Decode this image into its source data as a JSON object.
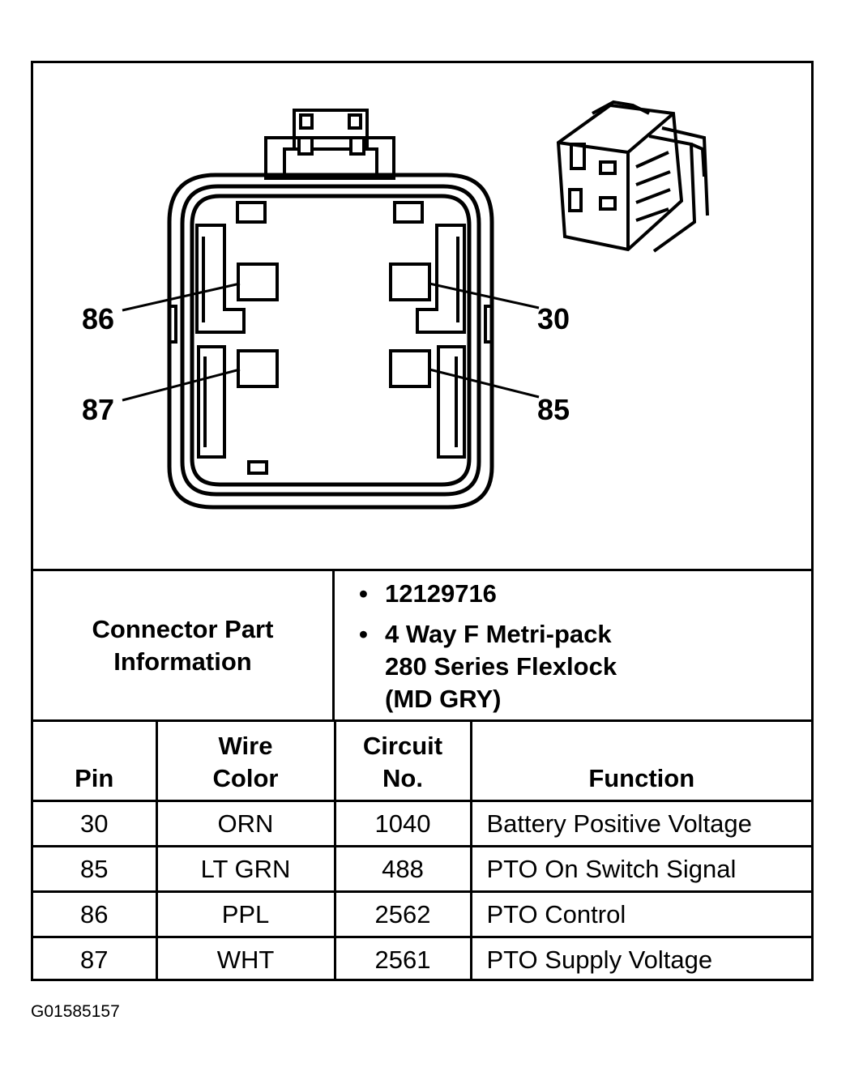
{
  "diagram": {
    "pin_labels": {
      "p86": "86",
      "p87": "87",
      "p30": "30",
      "p85": "85"
    }
  },
  "connector_info": {
    "heading_line1": "Connector Part",
    "heading_line2": "Information",
    "part_number": "12129716",
    "description_line1": "4 Way F Metri-pack",
    "description_line2": "280 Series Flexlock",
    "description_line3": "(MD GRY)"
  },
  "table": {
    "headers": {
      "pin": "Pin",
      "wire_color_line1": "Wire",
      "wire_color_line2": "Color",
      "circuit_line1": "Circuit",
      "circuit_line2": "No.",
      "function": "Function"
    },
    "rows": [
      {
        "pin": "30",
        "wire_color": "ORN",
        "circuit": "1040",
        "function": "Battery Positive Voltage"
      },
      {
        "pin": "85",
        "wire_color": "LT GRN",
        "circuit": "488",
        "function": "PTO On Switch Signal"
      },
      {
        "pin": "86",
        "wire_color": "PPL",
        "circuit": "2562",
        "function": "PTO Control"
      },
      {
        "pin": "87",
        "wire_color": "WHT",
        "circuit": "2561",
        "function": "PTO Supply Voltage"
      }
    ]
  },
  "figure_id": "G01585157"
}
